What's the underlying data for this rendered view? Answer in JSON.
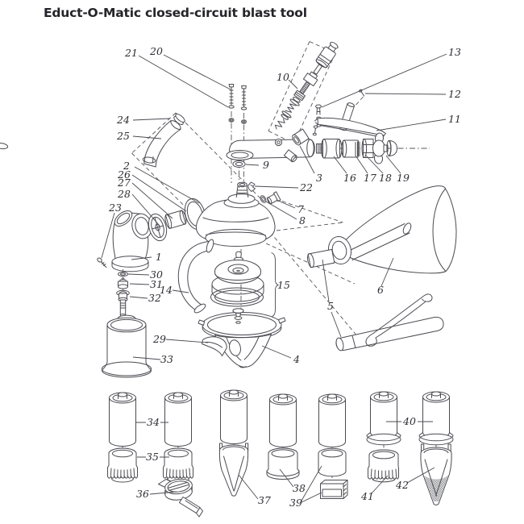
{
  "title": "Educt-O-Matic closed-circuit blast tool",
  "diagram": {
    "kind": "exploded parts diagram",
    "part_labels": {
      "p1": "1",
      "p2": "2",
      "p3": "3",
      "p4": "4",
      "p5": "5",
      "p6": "6",
      "p7": "7",
      "p8": "8",
      "p9": "9",
      "p10": "10",
      "p11": "11",
      "p12": "12",
      "p13": "13",
      "p14": "14",
      "p15": "15",
      "p16": "16",
      "p17": "17",
      "p18": "18",
      "p19": "19",
      "p20": "20",
      "p21": "21",
      "p22": "22",
      "p23": "23",
      "p24": "24",
      "p25": "25",
      "p26": "26",
      "p27": "27",
      "p28": "28",
      "p29": "29",
      "p30": "30",
      "p31": "31",
      "p32": "32",
      "p33": "33",
      "p34": "34",
      "p35": "35",
      "p36": "36",
      "p37": "37",
      "p38": "38",
      "p39": "39",
      "p40": "40",
      "p41": "41",
      "p42": "42"
    }
  },
  "colors": {
    "background": "#ffffff",
    "line_art": "#4b4b52",
    "label_text": "#2e2e34",
    "title_text": "#24242a",
    "filter_mesh_fill": "#c3c6c8"
  }
}
